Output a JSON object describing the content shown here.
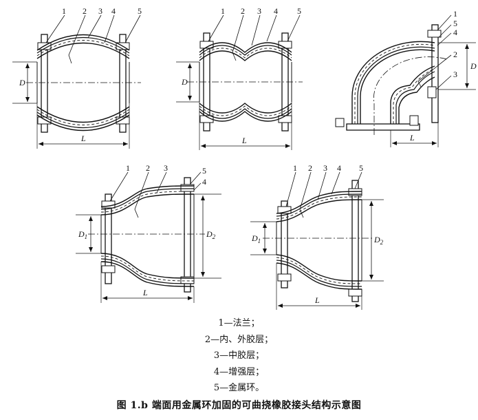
{
  "labels": {
    "n1": "1",
    "n2": "2",
    "n3": "3",
    "n4": "4",
    "n5": "5"
  },
  "dims": {
    "D": "D",
    "L": "L",
    "D1_base": "D",
    "D1_sub": "1",
    "D2_base": "D",
    "D2_sub": "2"
  },
  "legend": [
    "1—法兰；",
    "2—内、外胶层；",
    "3—中胶层；",
    "4—增强层；",
    "5—金属环。"
  ],
  "caption": "图 1.b   端面用金属环加固的可曲挠橡胶接头结构示意图"
}
